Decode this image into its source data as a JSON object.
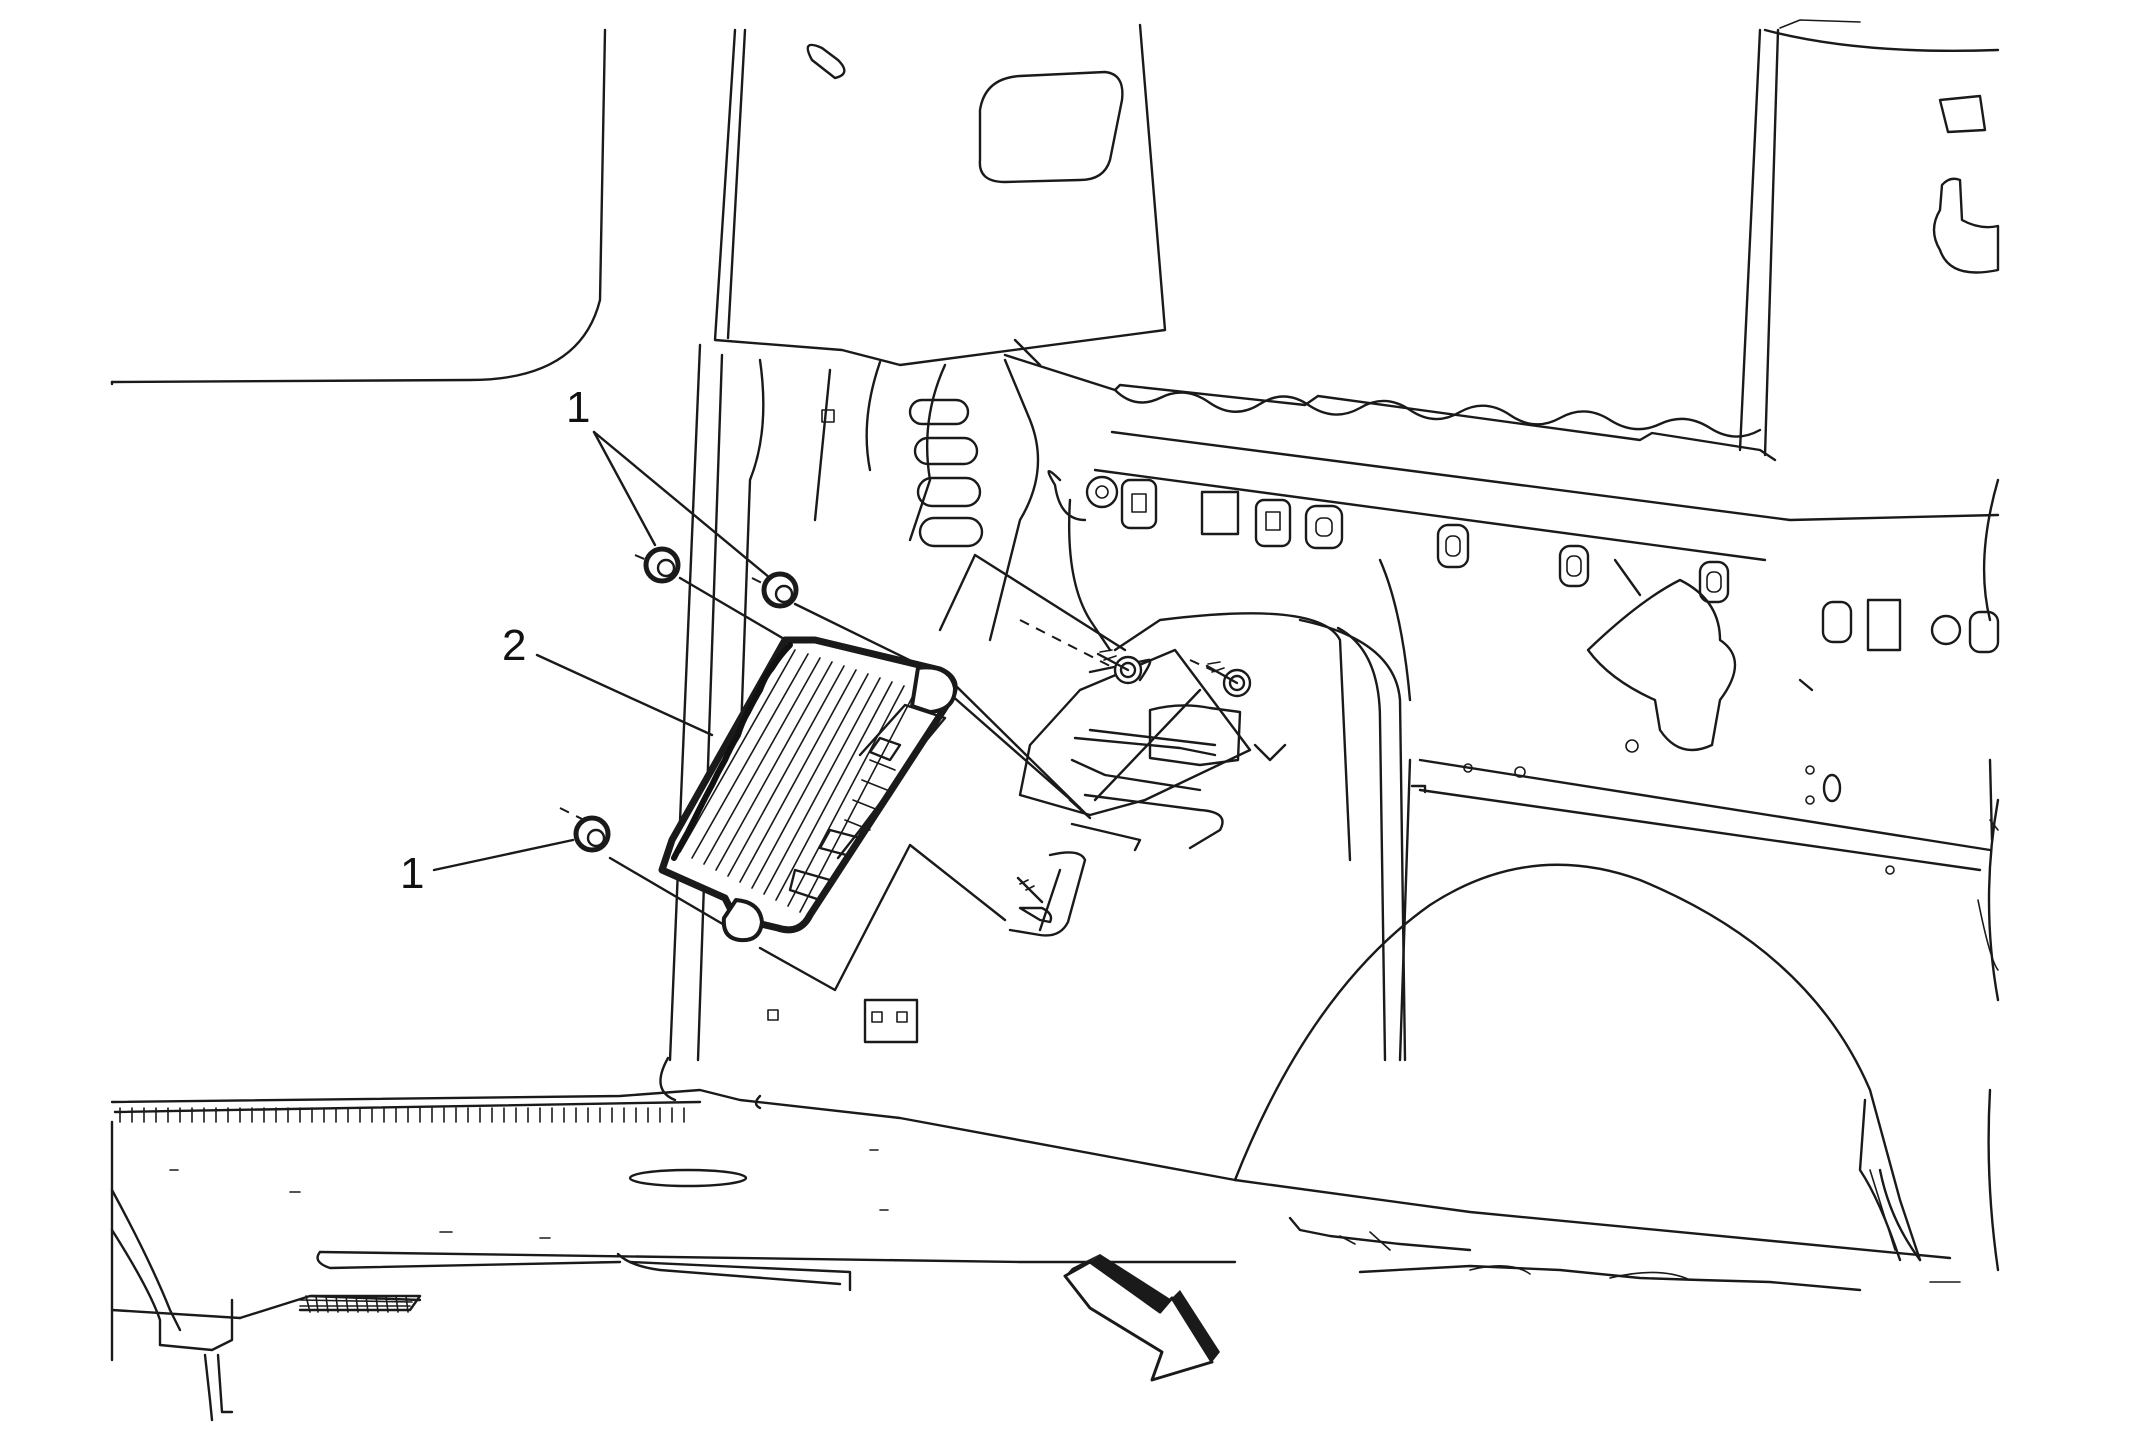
{
  "callouts": [
    {
      "id": "fastener-top",
      "label": "1"
    },
    {
      "id": "module",
      "label": "2"
    },
    {
      "id": "fastener-bottom",
      "label": "1"
    }
  ],
  "icons": [
    "forward-direction-arrow-icon"
  ]
}
